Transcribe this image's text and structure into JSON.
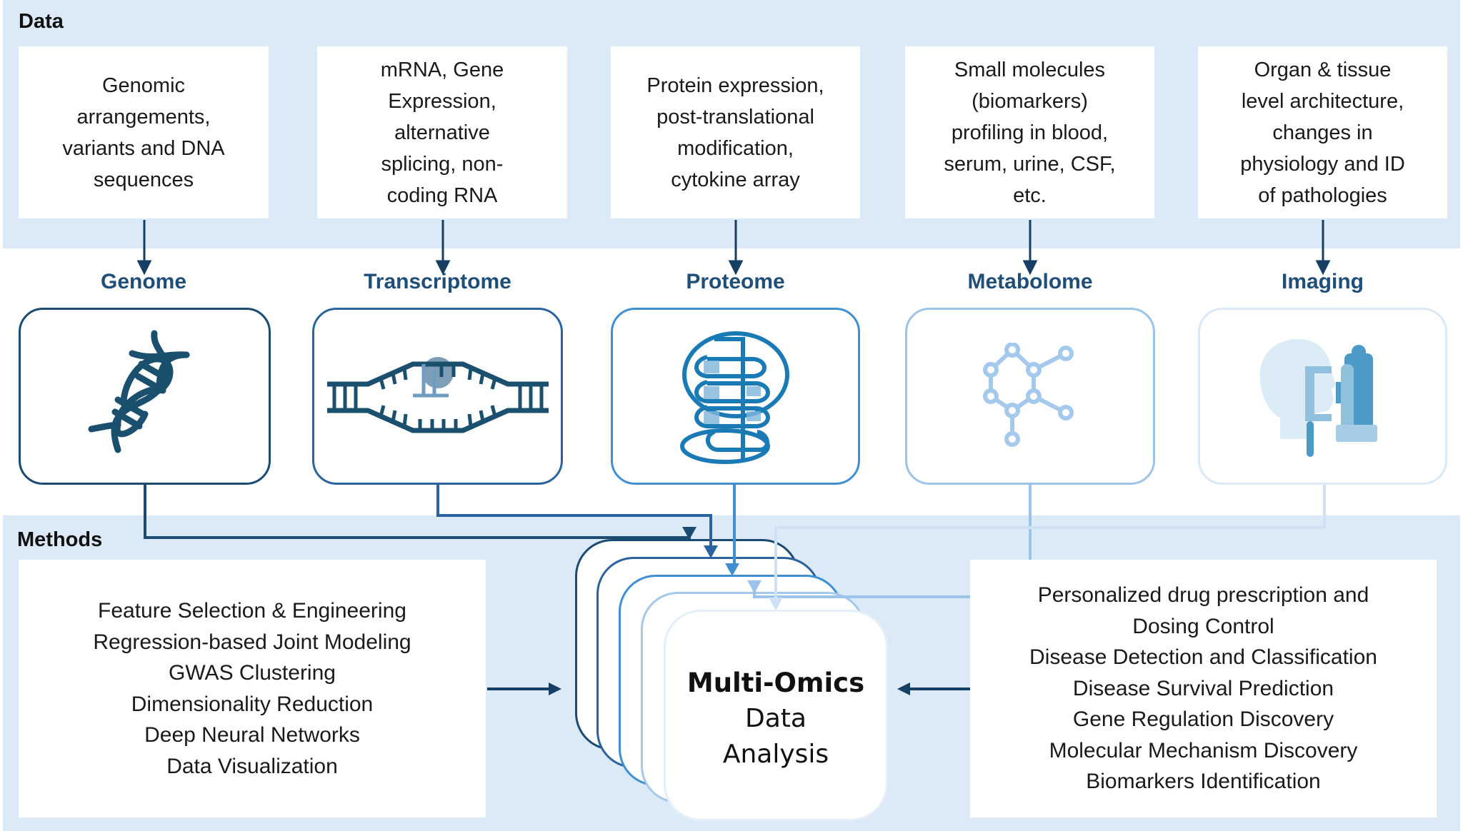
{
  "sections": {
    "data_title": "Data",
    "methods_title": "Methods"
  },
  "data_sources": [
    {
      "text": "Genomic\narrangements,\nvariants and DNA\nsequences"
    },
    {
      "text": "mRNA, Gene\nExpression,\nalternative\nsplicing, non-\ncoding RNA"
    },
    {
      "text": "Protein expression,\npost-translational\nmodification,\ncytokine array"
    },
    {
      "text": "Small molecules\n(biomarkers)\nprofiling in blood,\nserum, urine, CSF,\netc."
    },
    {
      "text": "Organ & tissue\nlevel architecture,\nchanges in\nphysiology and ID\nof pathologies"
    }
  ],
  "omics": [
    {
      "label": "Genome",
      "icon": "dna-helix-icon",
      "color": "#1b4a72"
    },
    {
      "label": "Transcriptome",
      "icon": "rna-transcription-icon",
      "color": "#2a63a0"
    },
    {
      "label": "Proteome",
      "icon": "protein-structure-icon",
      "color": "#3f8fd2"
    },
    {
      "label": "Metabolome",
      "icon": "molecule-icon",
      "color": "#9cc3ea"
    },
    {
      "label": "Imaging",
      "icon": "head-scanner-icon",
      "color": "#cfe2f5"
    }
  ],
  "methods": [
    "Feature Selection & Engineering",
    "Regression-based Joint Modeling",
    "GWAS Clustering",
    "Dimensionality Reduction",
    "Deep Neural Networks",
    "Data Visualization"
  ],
  "center": {
    "title": "Multi-Omics",
    "line2": "Data",
    "line3": "Analysis"
  },
  "applications": [
    "Personalized drug prescription and",
    "Dosing Control",
    "Disease Detection and Classification",
    "Disease Survival Prediction",
    "Gene Regulation Discovery",
    "Molecular Mechanism Discovery",
    "Biomarkers Identification"
  ],
  "colors": {
    "band": "#dce9f6",
    "label": "#1f4e79",
    "arrow": "#173e63"
  }
}
